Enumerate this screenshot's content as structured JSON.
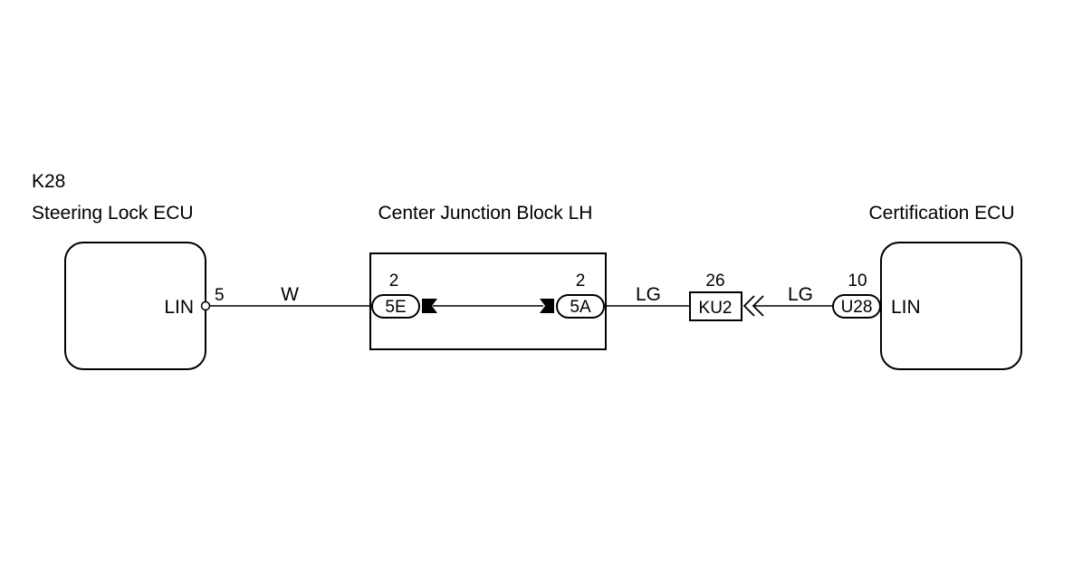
{
  "components": {
    "steering_lock": {
      "code": "K28",
      "name": "Steering Lock ECU",
      "terminal": "LIN",
      "pin": "5"
    },
    "junction_block": {
      "name": "Center Junction Block LH",
      "left_connector": {
        "id": "5E",
        "pin": "2"
      },
      "right_connector": {
        "id": "5A",
        "pin": "2"
      }
    },
    "inline_connector": {
      "id": "KU2",
      "pin": "26"
    },
    "certification": {
      "name": "Certification ECU",
      "connector": "U28",
      "pin": "10",
      "terminal": "LIN"
    }
  },
  "wires": {
    "steering_to_junction": "W",
    "junction_to_inline": "LG",
    "inline_to_certification": "LG"
  },
  "colors": {
    "line": "#000000",
    "background": "#ffffff"
  }
}
